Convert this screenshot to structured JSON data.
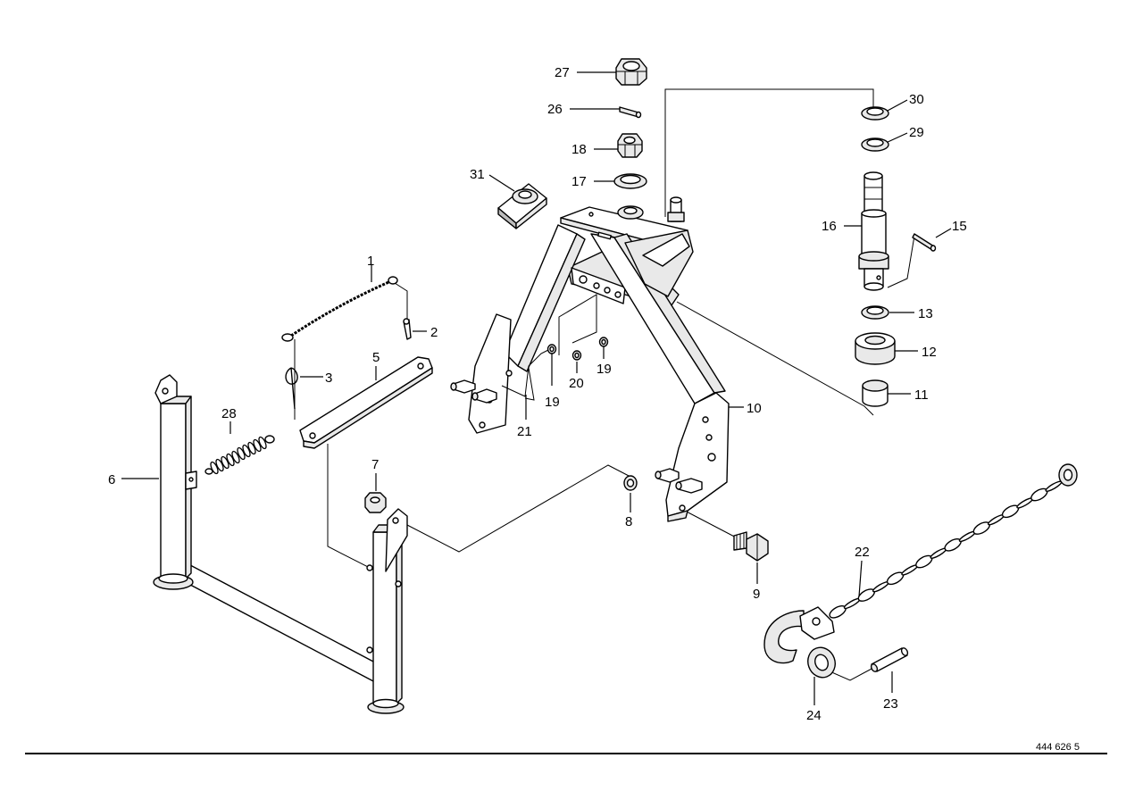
{
  "drawing_number": "444 626 5",
  "callouts": {
    "c1": "1",
    "c2": "2",
    "c3": "3",
    "c5": "5",
    "c6": "6",
    "c7": "7",
    "c8": "8",
    "c9": "9",
    "c10": "10",
    "c11": "11",
    "c12": "12",
    "c13": "13",
    "c15": "15",
    "c16": "16",
    "c17": "17",
    "c18": "18",
    "c19a": "19",
    "c19b": "19",
    "c20": "20",
    "c21": "21",
    "c22": "22",
    "c23": "23",
    "c24": "24",
    "c26": "26",
    "c27": "27",
    "c28": "28",
    "c29": "29",
    "c30": "30",
    "c31": "31"
  }
}
